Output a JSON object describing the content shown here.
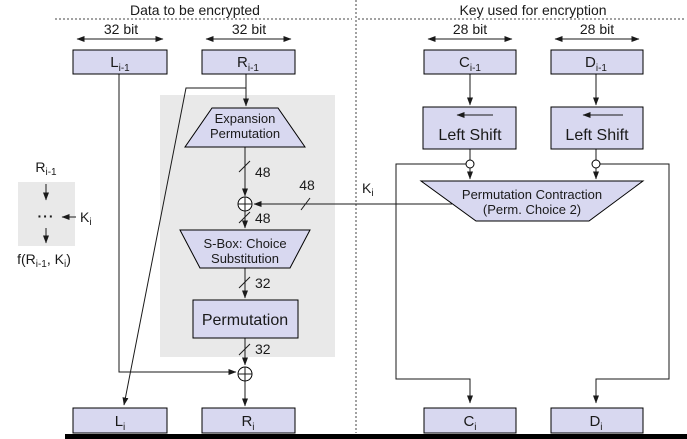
{
  "headers": {
    "data": "Data to be encrypted",
    "key": "Key used for encryption"
  },
  "bit_widths": {
    "data_left": "32 bit",
    "data_right": "32 bit",
    "key_left": "28 bit",
    "key_right": "28 bit"
  },
  "registers": {
    "l_prev": {
      "main": "L",
      "sub": "i-1"
    },
    "r_prev": {
      "main": "R",
      "sub": "i-1"
    },
    "c_prev": {
      "main": "C",
      "sub": "i-1"
    },
    "d_prev": {
      "main": "D",
      "sub": "i-1"
    },
    "l_cur": {
      "main": "L",
      "sub": "i"
    },
    "r_cur": {
      "main": "R",
      "sub": "i"
    },
    "c_cur": {
      "main": "C",
      "sub": "i"
    },
    "d_cur": {
      "main": "D",
      "sub": "i"
    }
  },
  "blocks": {
    "expansion": {
      "line1": "Expansion",
      "line2": "Permutation"
    },
    "sbox": {
      "line1": "S-Box: Choice",
      "line2": "Substitution"
    },
    "permutation": "Permutation",
    "left_shift_c": "Left Shift",
    "left_shift_d": "Left Shift",
    "perm_contraction": {
      "line1": "Permutation Contraction",
      "line2": "(Perm. Choice 2)"
    }
  },
  "wire_labels": {
    "expansion_out": "48",
    "xor_out": "48",
    "key_width": "48",
    "sbox_out": "32",
    "perm_out": "32",
    "subkey": {
      "main": "K",
      "sub": "i"
    }
  },
  "legend": {
    "input": {
      "main": "R",
      "sub": "i-1"
    },
    "dots": "···",
    "key": {
      "main": "K",
      "sub": "i"
    },
    "output": {
      "p1": "f(R",
      "s1": "i-1",
      "p2": ", K",
      "s2": "i",
      "p3": ")"
    }
  },
  "colors": {
    "box_fill": "#d8d8f0",
    "box_stroke": "#000000",
    "fbox_fill": "#e9e9e9",
    "line": "#1a1a1a"
  }
}
